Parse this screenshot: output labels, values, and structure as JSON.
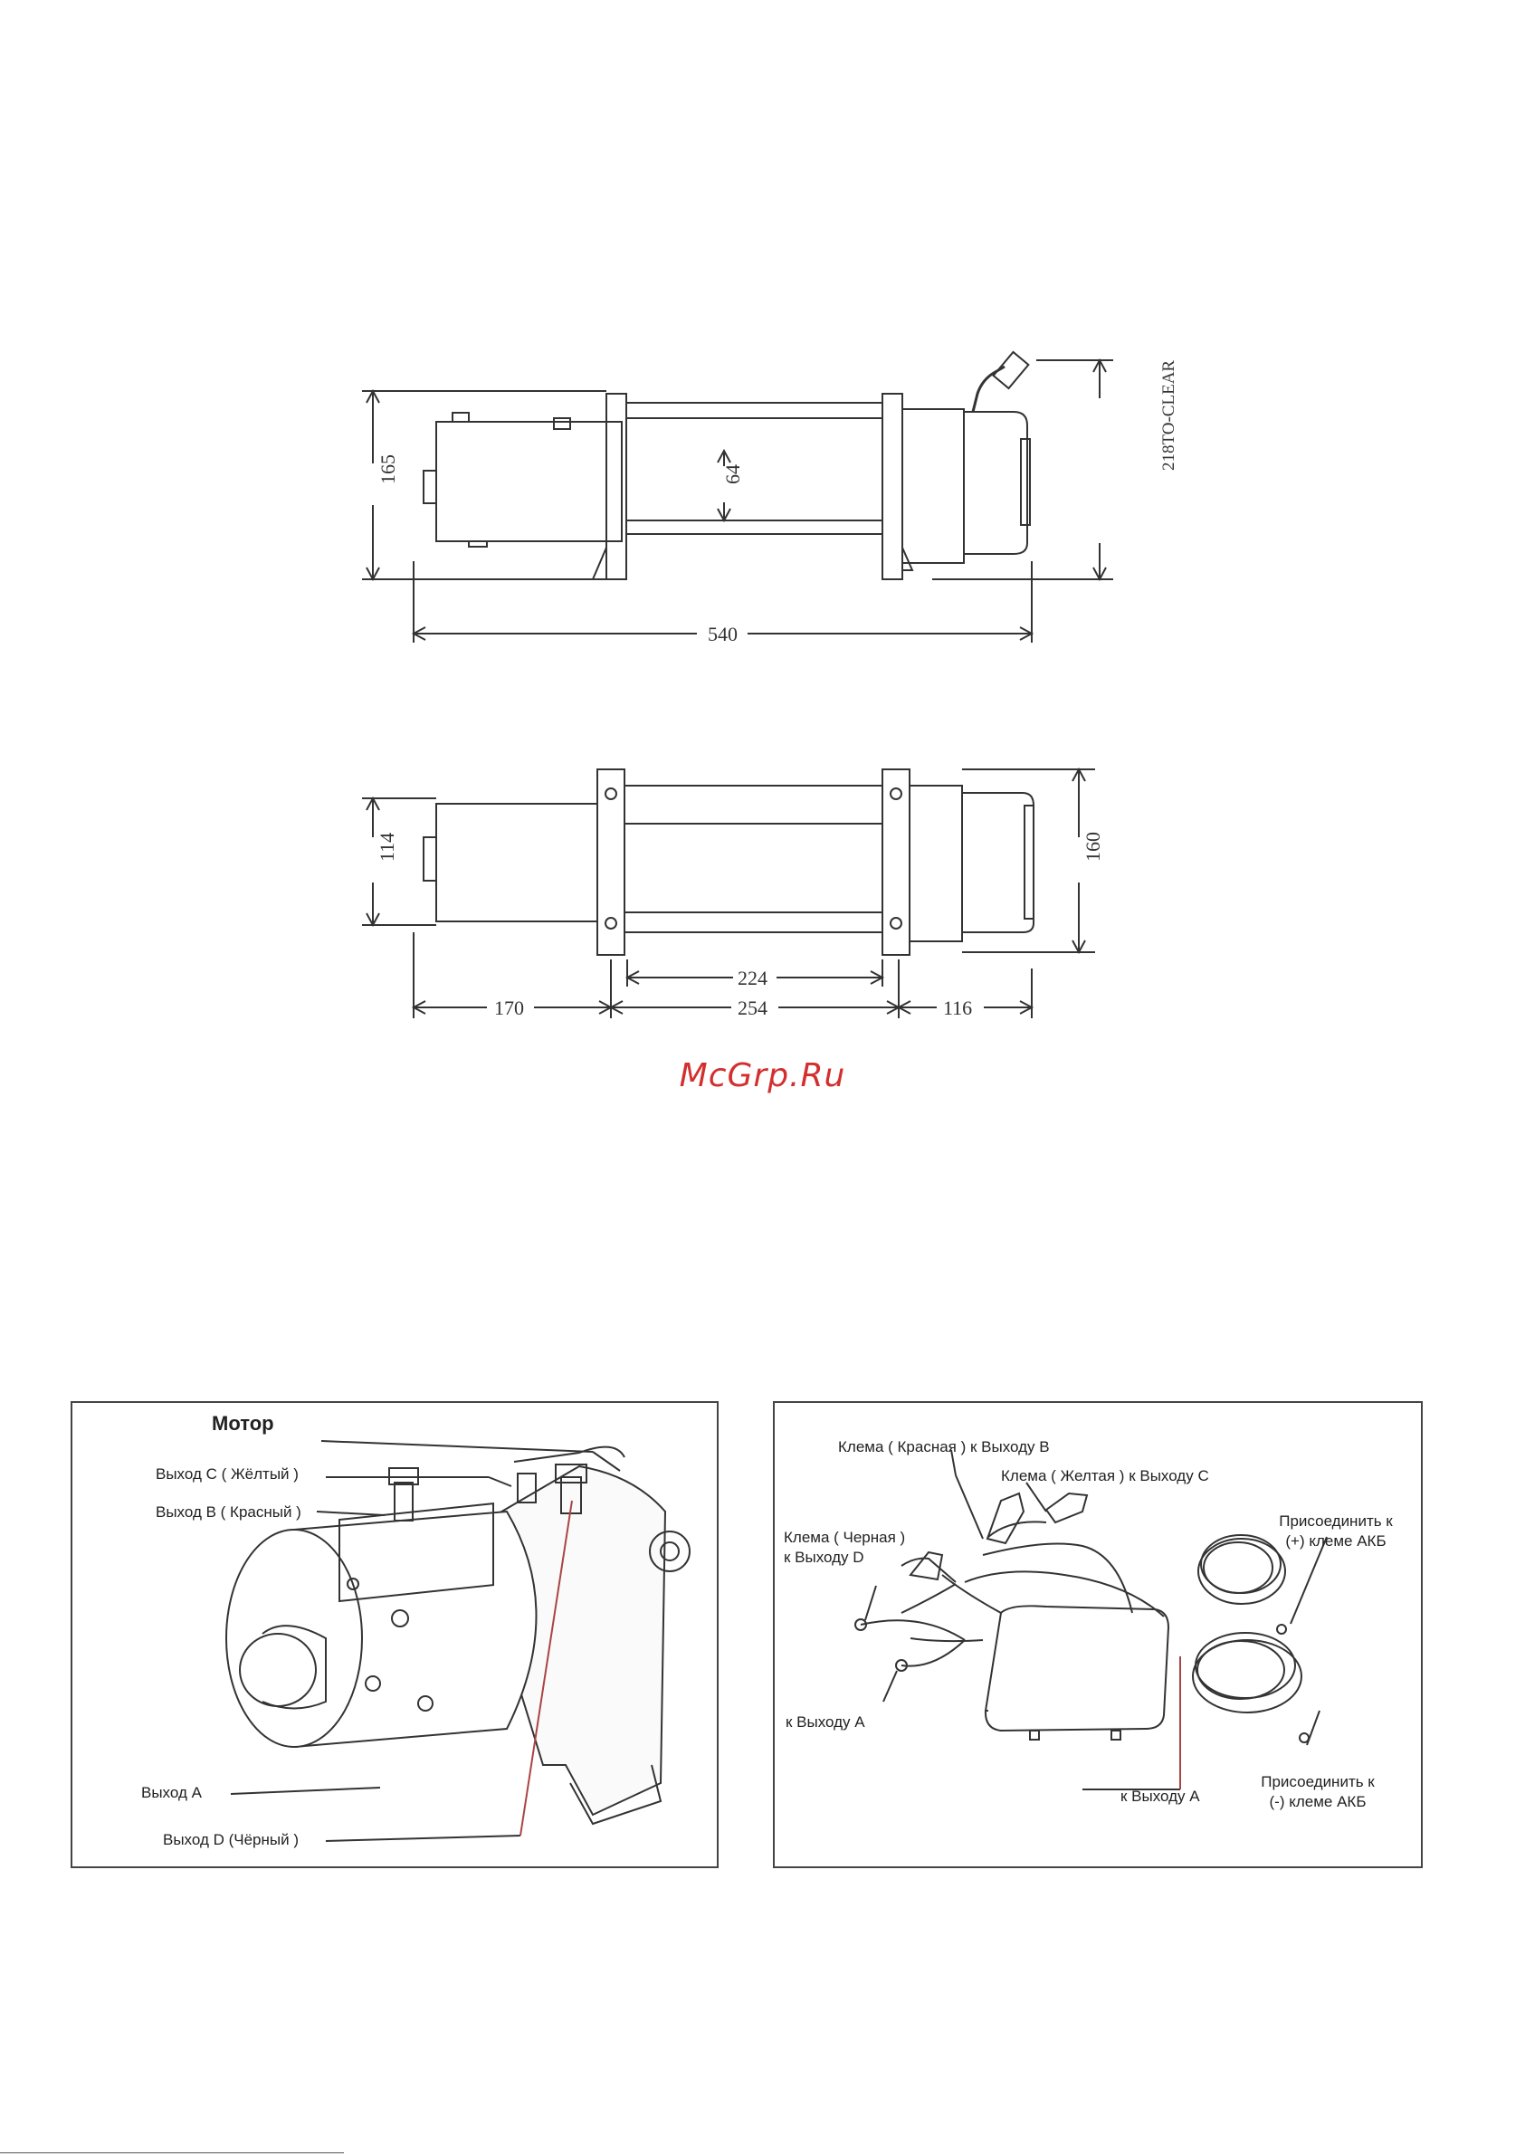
{
  "side_view": {
    "dims": {
      "height": "165",
      "drum": "64",
      "length": "540",
      "clearance": "218TO-CLEAR"
    }
  },
  "top_view": {
    "dims": {
      "width": "114",
      "right_height": "160",
      "inner": "224",
      "motor_len": "170",
      "span": "254",
      "gear_len": "116"
    }
  },
  "watermark": "McGrp.Ru",
  "motor_panel": {
    "title": "Мотор",
    "labels": {
      "out_c": "Выход С   ( Жёлтый )",
      "out_b": "Выход В  ( Красный )",
      "out_a": "Выход А",
      "out_d": "Выход D (Чёрный )"
    }
  },
  "control_panel": {
    "labels": {
      "clamp_red": "Клема ( Красная ) к Выходу В",
      "clamp_yellow": "Клема ( Желтая ) к Выходу С",
      "clamp_black_1": "Клема  ( Черная )",
      "clamp_black_2": "к Выходу D",
      "to_out_a_left": "к Выходу А",
      "to_out_a_bottom": "к Выходу А",
      "plus_1": "Присоединить к",
      "plus_2": "(+) клеме АКБ",
      "minus_1": "Присоединить к",
      "minus_2": "(-) клеме АКБ"
    }
  }
}
